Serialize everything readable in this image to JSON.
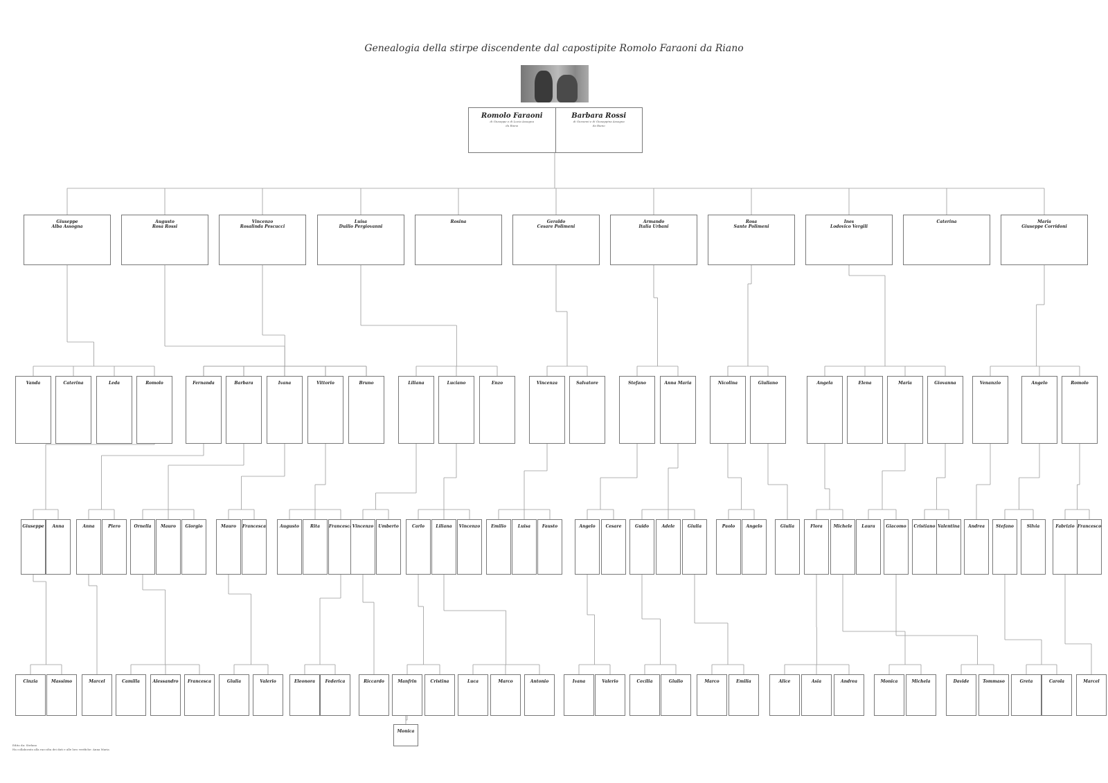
{
  "title": "Genealogia della stirpe discendente dal capostipite Romolo Faraoni da Riano",
  "updated": "",
  "founders": [
    {
      "name": "Romolo Faraoni",
      "parents": "di Giuseppe e di Lucia Assogna",
      "origin": "da Riano"
    },
    {
      "name": "Barbara Rossi",
      "parents": "di Giovanni e di Giuseppina Assogna",
      "origin": "da Riano"
    }
  ],
  "generation_labels": {
    "g1": "",
    "g2": "",
    "g3": "",
    "g4": "",
    "g5": "",
    "g6": ""
  },
  "children": [
    {
      "name": "Giuseppe",
      "spouse": "Alba Assogna"
    },
    {
      "name": "Augusto",
      "spouse": "Rosa Rossi"
    },
    {
      "name": "Vincenzo",
      "spouse": "Rosalinda Pescucci"
    },
    {
      "name": "Luisa",
      "spouse": "Duilio Pergiovanni"
    },
    {
      "name": "Rosina",
      "spouse": ""
    },
    {
      "name": "Geraldo",
      "spouse": "Cesare Polimeni"
    },
    {
      "name": "Armando",
      "spouse": "Italia Urbani"
    },
    {
      "name": "Rosa",
      "spouse": "Sante Polimeni"
    },
    {
      "name": "Ines",
      "spouse": "Lodovico Vergili"
    },
    {
      "name": "Caterina",
      "spouse": ""
    },
    {
      "name": "Maria",
      "spouse": "Giuseppe Corridoni"
    }
  ],
  "grandchildren": [
    {
      "name": "Vanda"
    },
    {
      "name": "Caterina"
    },
    {
      "name": "Leda"
    },
    {
      "name": "Romolo"
    },
    {
      "name": "Fernanda"
    },
    {
      "name": "Barbara"
    },
    {
      "name": "Ivana"
    },
    {
      "name": "Vittorio"
    },
    {
      "name": "Bruno"
    },
    {
      "name": "Liliana"
    },
    {
      "name": "Luciano"
    },
    {
      "name": "Enzo"
    },
    {
      "name": "Vincenza"
    },
    {
      "name": "Salvatore"
    },
    {
      "name": "Stefano"
    },
    {
      "name": "Anna Maria"
    },
    {
      "name": "Nicolina"
    },
    {
      "name": "Giuliano"
    },
    {
      "name": "Angela"
    },
    {
      "name": "Elena"
    },
    {
      "name": "Maria"
    },
    {
      "name": "Giovanna"
    },
    {
      "name": "Venanzio"
    },
    {
      "name": "Angelo"
    },
    {
      "name": "Romolo"
    }
  ],
  "great_grandchildren": [
    {
      "name": "Giuseppe"
    },
    {
      "name": "Anna"
    },
    {
      "name": "Anna"
    },
    {
      "name": "Piero"
    },
    {
      "name": "Ornella"
    },
    {
      "name": "Mauro"
    },
    {
      "name": "Giorgio"
    },
    {
      "name": "Mauro"
    },
    {
      "name": "Francesca"
    },
    {
      "name": "Augusto"
    },
    {
      "name": "Rita"
    },
    {
      "name": "Francesca"
    },
    {
      "name": "Vincenzo"
    },
    {
      "name": "Umberto"
    },
    {
      "name": "Carlo"
    },
    {
      "name": "Liliana"
    },
    {
      "name": "Vincenzo"
    },
    {
      "name": "Emilio"
    },
    {
      "name": "Luisa"
    },
    {
      "name": "Fausto"
    },
    {
      "name": "Angelo"
    },
    {
      "name": "Cesare"
    },
    {
      "name": "Guido"
    },
    {
      "name": "Adele"
    },
    {
      "name": "Giulia"
    },
    {
      "name": "Paolo"
    },
    {
      "name": "Angelo"
    },
    {
      "name": "Giulia"
    },
    {
      "name": "Flora"
    },
    {
      "name": "Michele"
    },
    {
      "name": "Laura"
    },
    {
      "name": "Giacomo"
    },
    {
      "name": "Cristiano"
    },
    {
      "name": "Valentina"
    },
    {
      "name": "Andrea"
    },
    {
      "name": "Stefano"
    },
    {
      "name": "Silvia"
    },
    {
      "name": "Fabrizio"
    },
    {
      "name": "Francesco"
    }
  ],
  "great_great_grandchildren": [
    {
      "name": "Cinzia"
    },
    {
      "name": "Massimo"
    },
    {
      "name": "Marcel"
    },
    {
      "name": "Camilla"
    },
    {
      "name": "Alessandro"
    },
    {
      "name": "Francesca"
    },
    {
      "name": "Giulia"
    },
    {
      "name": "Valerio"
    },
    {
      "name": "Eleonora"
    },
    {
      "name": "Federica"
    },
    {
      "name": "Riccardo"
    },
    {
      "name": "Manfrin"
    },
    {
      "name": "Cristina"
    },
    {
      "name": "Luca"
    },
    {
      "name": "Marco"
    },
    {
      "name": "Antonio"
    },
    {
      "name": "Ivana"
    },
    {
      "name": "Valerio"
    },
    {
      "name": "Cecilia"
    },
    {
      "name": "Giulio"
    },
    {
      "name": "Marco"
    },
    {
      "name": "Emilia"
    },
    {
      "name": "Alice"
    },
    {
      "name": "Asia"
    },
    {
      "name": "Andrea"
    },
    {
      "name": "Monica"
    },
    {
      "name": "Michela"
    },
    {
      "name": "Davide"
    },
    {
      "name": "Tommaso"
    },
    {
      "name": "Greta"
    },
    {
      "name": "Carola"
    },
    {
      "name": "Marcel"
    }
  ],
  "generation6": [
    {
      "name": "Monica"
    }
  ],
  "credits": [
    "Edito da: Stefano",
    "Ha collaborato alla raccolta dei dati e alle loro verifiche: Anna Maria"
  ]
}
